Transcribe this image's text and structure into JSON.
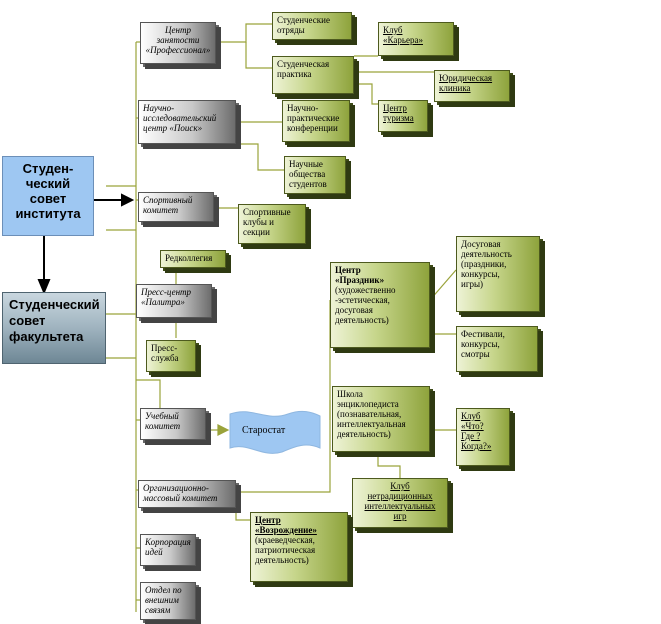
{
  "nodes": {
    "institute": "Студен-\nческий\nсовет\nинститута",
    "faculty": "Студенческий\nсовет\nфакультета",
    "center_employment": "Центр\nзанятости\n«Профессионал»",
    "student_units": "Студенческие\nотряды",
    "student_practice": "Студенческая\nпрактика",
    "club_career": "Клуб\n«Карьера»",
    "legal_clinic": "Юридическая\nклиника",
    "research_center": "Научно-\nисследовательский\nцентр «Поиск»",
    "sci_conferences": "Научно-\nпрактические\nконференции",
    "tourism_center": "Центр\nтуризма",
    "sci_societies": "Научные\nобщества\nстудентов",
    "sports_committee": "Спортивный\nкомитет",
    "sports_clubs": "Спортивные\nклубы и\nсекции",
    "editorial": "Редколлегия",
    "press_center": "Пресс-центр\n«Палитра»",
    "press_service": "Пресс-\nслужба",
    "center_prazdnik_title": "Центр\n«Праздник»",
    "center_prazdnik_desc": "(художественно\n-эстетическая,\nдосуговая\nдеятельность)",
    "leisure": "Досуговая\nдеятельность\n(праздники,\nконкурсы,\nигры)",
    "festivals": "Фестивали,\nконкурсы,\nсмотры",
    "study_committee": "Учебный\nкомитет",
    "starostat": "Старостат",
    "school_encyclopedist": "Школа\nэнциклопедиста\n(познавательная,\nинтеллектуальная\nдеятельность)",
    "club_chto_gde": "Клуб\n«Что?\nГде ?\nКогда?»",
    "club_games": "Клуб\nнетрадиционных\nинтеллектуальных\nигр",
    "org_mass_committee": "Организационно-\nмассовый комитет",
    "center_vozrozhdenie_title": "Центр\n«Возрождение»",
    "center_vozrozhdenie_desc": "(краеведческая,\nпатриотическая\nдеятельность)",
    "corporation_ideas": "Корпорация\nидей",
    "external_relations": "Отдел по\nвнешним\nсвязям"
  },
  "colors": {
    "line": "#9aa33b",
    "arrow": "#000000",
    "blue_box": "#9ec7f2"
  }
}
